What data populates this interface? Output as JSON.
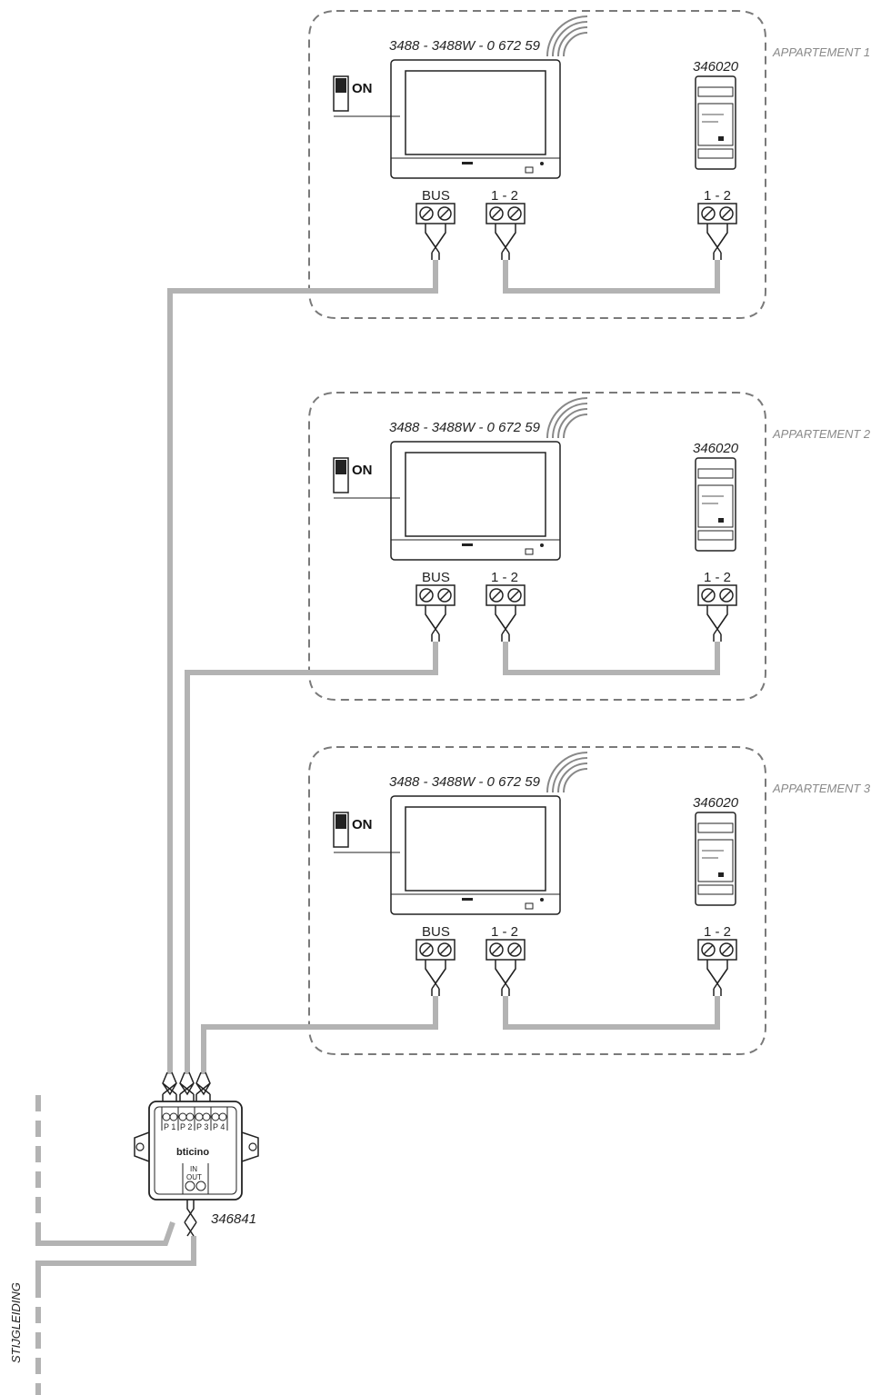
{
  "apartments": [
    {
      "label": "APPARTEMENT 1",
      "monitor_model": "3488 - 3488W - 0 672 59",
      "psu_model": "346020",
      "switch_label": "ON",
      "terminal_bus": "BUS",
      "terminal_12_monitor": "1 - 2",
      "terminal_12_psu": "1 - 2"
    },
    {
      "label": "APPARTEMENT 2",
      "monitor_model": "3488 - 3488W - 0 672 59",
      "psu_model": "346020",
      "switch_label": "ON",
      "terminal_bus": "BUS",
      "terminal_12_monitor": "1 - 2",
      "terminal_12_psu": "1 - 2"
    },
    {
      "label": "APPARTEMENT 3",
      "monitor_model": "3488 - 3488W - 0 672 59",
      "psu_model": "346020",
      "switch_label": "ON",
      "terminal_bus": "BUS",
      "terminal_12_monitor": "1 - 2",
      "terminal_12_psu": "1 - 2"
    }
  ],
  "distributor": {
    "model": "346841",
    "brand": "bticino",
    "ports": [
      "P 1",
      "P 2",
      "P 3",
      "P 4"
    ],
    "in_label": "IN",
    "out_label": "OUT"
  },
  "riser_label": "STIJGLEIDING",
  "colors": {
    "wire": "#b3b3b3",
    "dashed_box": "#7a7a7a",
    "device_stroke": "#222222"
  }
}
